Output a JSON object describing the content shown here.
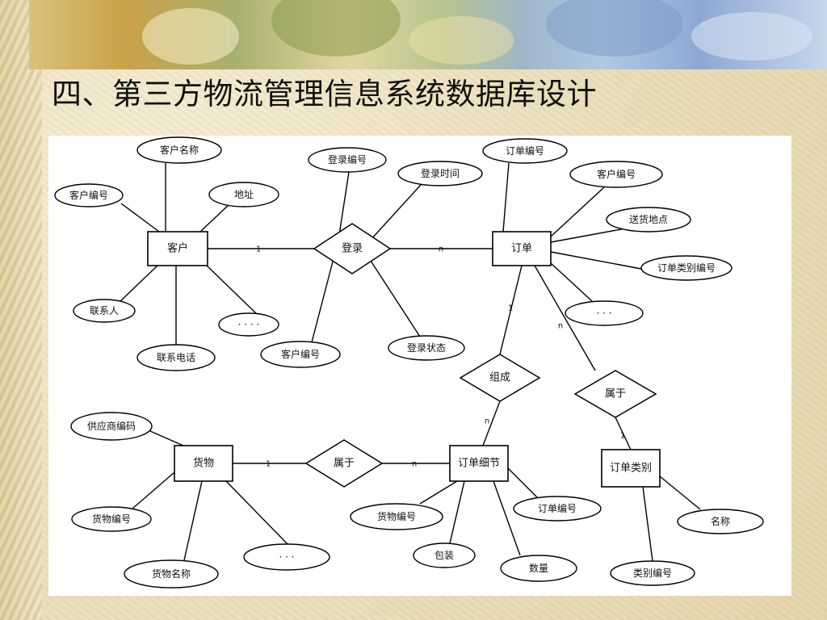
{
  "slide": {
    "title": "四、第三方物流管理信息系统数据库设计"
  },
  "colors": {
    "line": "#000000",
    "diagram_bg": "#ffffff",
    "title_text": "#111111"
  },
  "diagram": {
    "entities": [
      {
        "id": "customer",
        "label": "客户"
      },
      {
        "id": "order",
        "label": "订单"
      },
      {
        "id": "goods",
        "label": "货物"
      },
      {
        "id": "order_detail",
        "label": "订单细节"
      },
      {
        "id": "order_type",
        "label": "订单类别"
      }
    ],
    "relationships": [
      {
        "id": "login",
        "label": "登录"
      },
      {
        "id": "compose",
        "label": "组成"
      },
      {
        "id": "belong_type",
        "label": "属于"
      },
      {
        "id": "belong_goods",
        "label": "属于"
      }
    ],
    "attributes": [
      {
        "id": "cust_name",
        "label": "客户名称"
      },
      {
        "id": "cust_no",
        "label": "客户编号"
      },
      {
        "id": "cust_addr",
        "label": "地址"
      },
      {
        "id": "cust_contact",
        "label": "联系人"
      },
      {
        "id": "cust_phone",
        "label": "联系电话"
      },
      {
        "id": "cust_more",
        "label": "· · · ·"
      },
      {
        "id": "login_no",
        "label": "登录编号"
      },
      {
        "id": "login_time",
        "label": "登录时间"
      },
      {
        "id": "login_cust_no",
        "label": "客户编号"
      },
      {
        "id": "login_state",
        "label": "登录状态"
      },
      {
        "id": "order_no",
        "label": "订单编号"
      },
      {
        "id": "order_cust_no",
        "label": "客户编号"
      },
      {
        "id": "ship_addr",
        "label": "送货地点"
      },
      {
        "id": "order_type_no",
        "label": "订单类别编号"
      },
      {
        "id": "order_more",
        "label": "· · ·"
      },
      {
        "id": "supplier_no",
        "label": "供应商编码"
      },
      {
        "id": "goods_no",
        "label": "货物编号"
      },
      {
        "id": "goods_name",
        "label": "货物名称"
      },
      {
        "id": "goods_more",
        "label": "· · ·"
      },
      {
        "id": "detail_goods_no",
        "label": "货物编号"
      },
      {
        "id": "detail_order_no",
        "label": "订单编号"
      },
      {
        "id": "detail_pack",
        "label": "包装"
      },
      {
        "id": "detail_qty",
        "label": "数量"
      },
      {
        "id": "type_name",
        "label": "名称"
      },
      {
        "id": "type_no",
        "label": "类别编号"
      }
    ],
    "cardinalities": [
      {
        "id": "c_cust_login",
        "label": "1"
      },
      {
        "id": "c_login_order",
        "label": "n"
      },
      {
        "id": "c_order_compose",
        "label": "1"
      },
      {
        "id": "c_compose_detail",
        "label": "n"
      },
      {
        "id": "c_order_belong",
        "label": "n"
      },
      {
        "id": "c_belong_type",
        "label": "1"
      },
      {
        "id": "c_goods_belong",
        "label": "1"
      },
      {
        "id": "c_belong_detail",
        "label": "n"
      }
    ]
  }
}
